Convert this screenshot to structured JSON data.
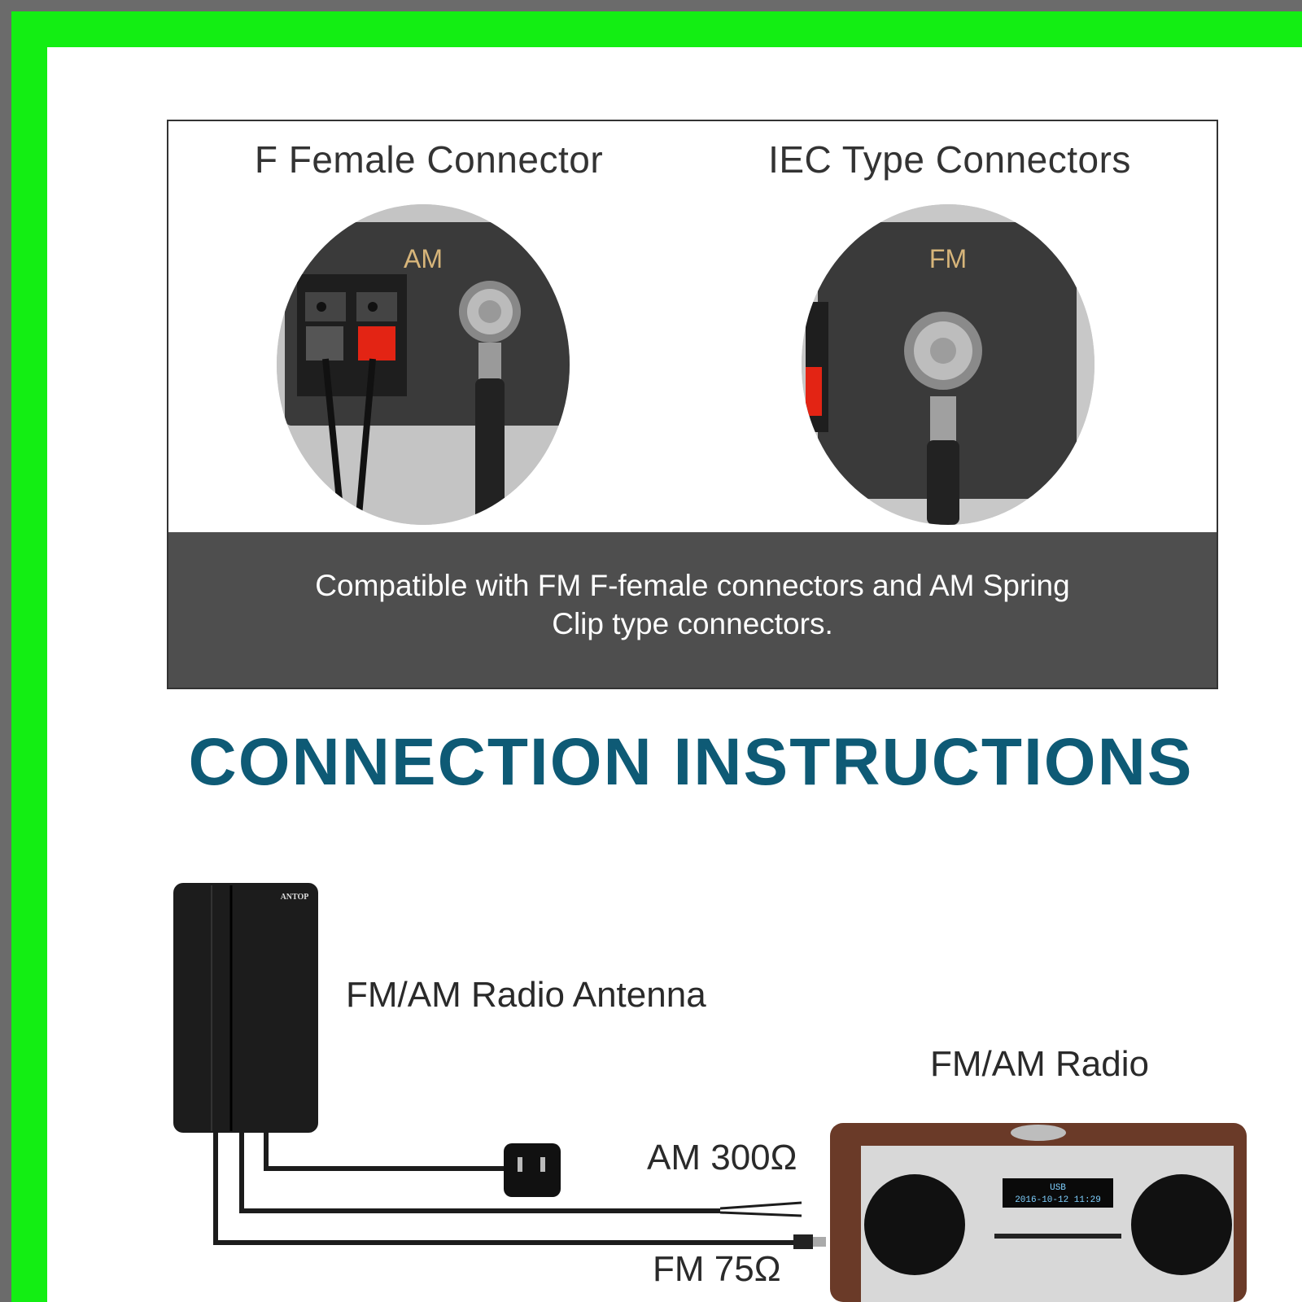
{
  "connectors": {
    "left_title": "F Female Connector",
    "right_title": "IEC Type Connectors",
    "left_port_label": "AM",
    "right_port_label": "FM"
  },
  "banner": {
    "line1": "Compatible with FM F-female connectors and AM Spring",
    "line2": "Clip type connectors."
  },
  "heading": "CONNECTION INSTRUCTIONS",
  "diagram": {
    "antenna_label": "FM/AM Radio Antenna",
    "antenna_brand": "ANTOP",
    "radio_label": "FM/AM Radio",
    "am_label": "AM 300Ω",
    "fm_label": "FM 75Ω",
    "radio_display_line1": "USB",
    "radio_display_line2": "2016-10-12 11:29"
  },
  "colors": {
    "frame_green": "#13ee13",
    "heading_teal": "#0e5a75",
    "banner_gray": "#4e4e4e",
    "antenna_black": "#1c1c1c",
    "radio_wood": "#6a3a28",
    "port_label_gold": "#d7b57a"
  }
}
